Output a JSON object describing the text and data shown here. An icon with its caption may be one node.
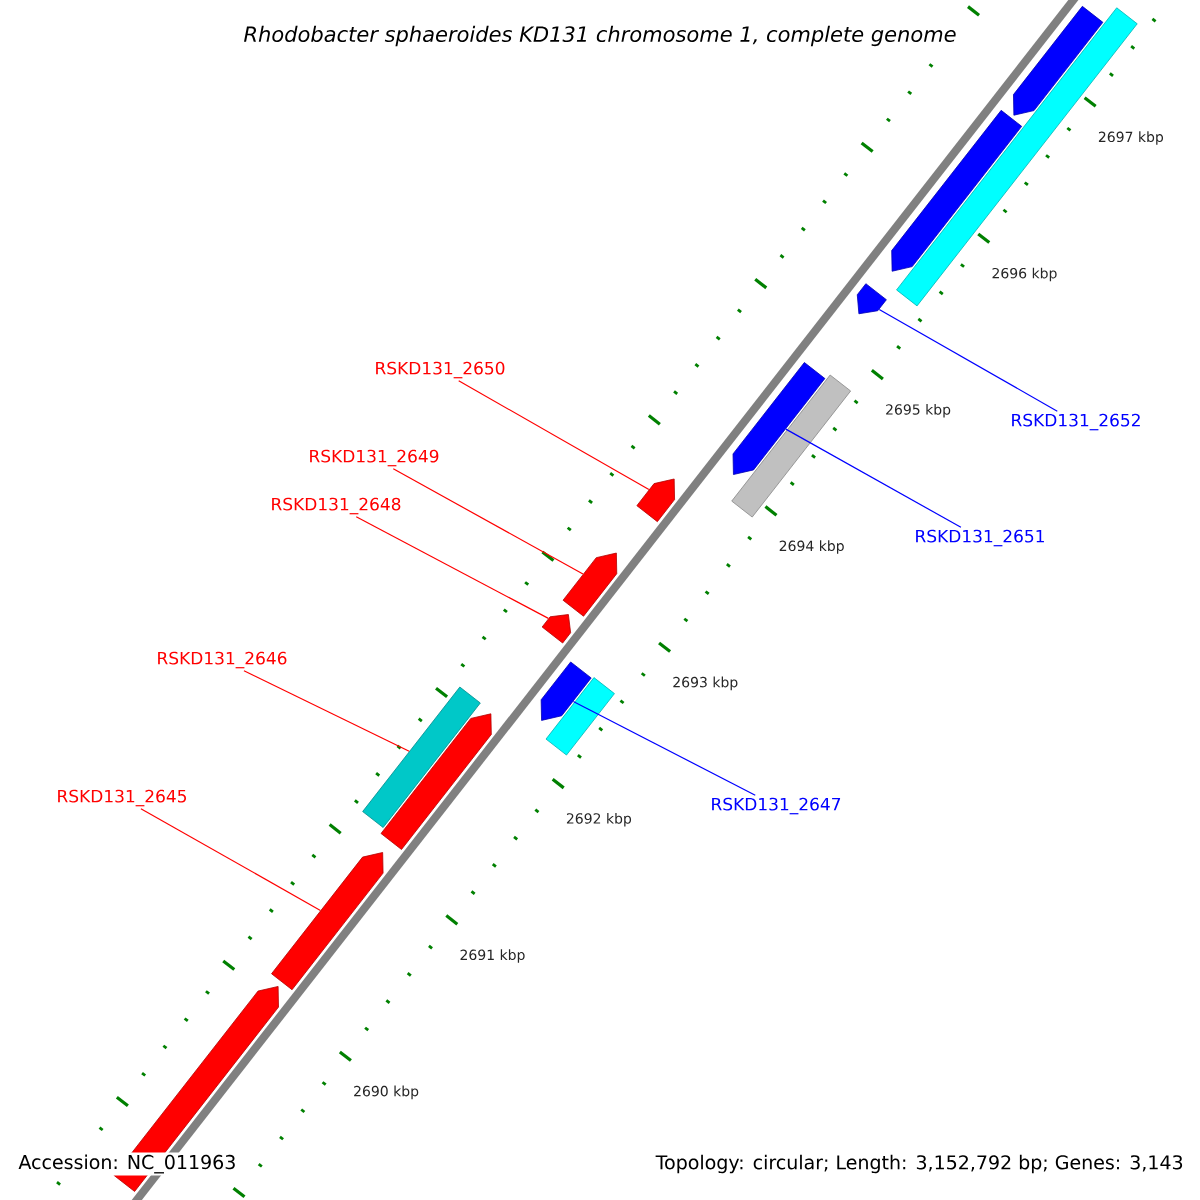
{
  "diagram": {
    "title": "Rhodobacter sphaeroides KD131 chromosome 1, complete genome",
    "nodes": [
      {
        "text": [
          "RSKD131_2650"
        ]
      },
      {
        "text": [
          "RSKD131_2652"
        ]
      },
      {
        "text": [
          "RSKD131_2649"
        ]
      },
      {
        "text": [
          "RSKD131_2648"
        ]
      },
      {
        "text": [
          "RSKD131_2651"
        ]
      },
      {
        "text": [
          "RSKD131_2646"
        ]
      },
      {
        "text": [
          "RSKD131_2647"
        ]
      },
      {
        "text": [
          "RSKD131_2645"
        ]
      },
      {
        "text": [],
        "shape": "bar"
      },
      {
        "text": [],
        "shape": "bar"
      },
      {
        "text": [],
        "shape": "bar"
      },
      {
        "text": [],
        "shape": "bar"
      },
      {
        "text": [],
        "shape": "bar"
      },
      {
        "text": [],
        "shape": "bar"
      },
      {
        "text": [],
        "shape": "bar"
      },
      {
        "text": [],
        "shape": "bar"
      },
      {
        "text": [],
        "shape": "bar"
      },
      {
        "text": [],
        "shape": "box"
      },
      {
        "text": [],
        "shape": "bar"
      },
      {
        "text": [],
        "shape": "box"
      },
      {
        "text": [],
        "shape": "box"
      },
      {
        "text": [],
        "shape": "bar"
      },
      {
        "text": [],
        "shape": "bar"
      }
    ],
    "edges": [
      {
        "from": 0,
        "to": 8,
        "arrow": "none",
        "color": "#ff0000"
      },
      {
        "from": 1,
        "to": 9,
        "arrow": "none",
        "color": "#0000ff"
      },
      {
        "from": 2,
        "to": 10,
        "arrow": "none",
        "color": "#ff0000"
      },
      {
        "from": 3,
        "to": 11,
        "arrow": "none",
        "color": "#ff0000"
      },
      {
        "from": 4,
        "to": 12,
        "arrow": "none",
        "color": "#0000ff"
      },
      {
        "from": 5,
        "to": 13,
        "arrow": "none",
        "color": "#ff0000"
      },
      {
        "from": 6,
        "to": 14,
        "arrow": "none",
        "color": "#0000ff"
      },
      {
        "from": 7,
        "to": 15,
        "arrow": "none",
        "color": "#ff0000"
      }
    ],
    "labels": [
      "2697 kbp",
      "2696 kbp",
      "2695 kbp",
      "2694 kbp",
      "2693 kbp",
      "2692 kbp",
      "2691 kbp",
      "2690 kbp",
      "Accession: NC_011963",
      "Topology: circular; Length: 3,152,792 bp; Genes: 3,143"
    ]
  }
}
